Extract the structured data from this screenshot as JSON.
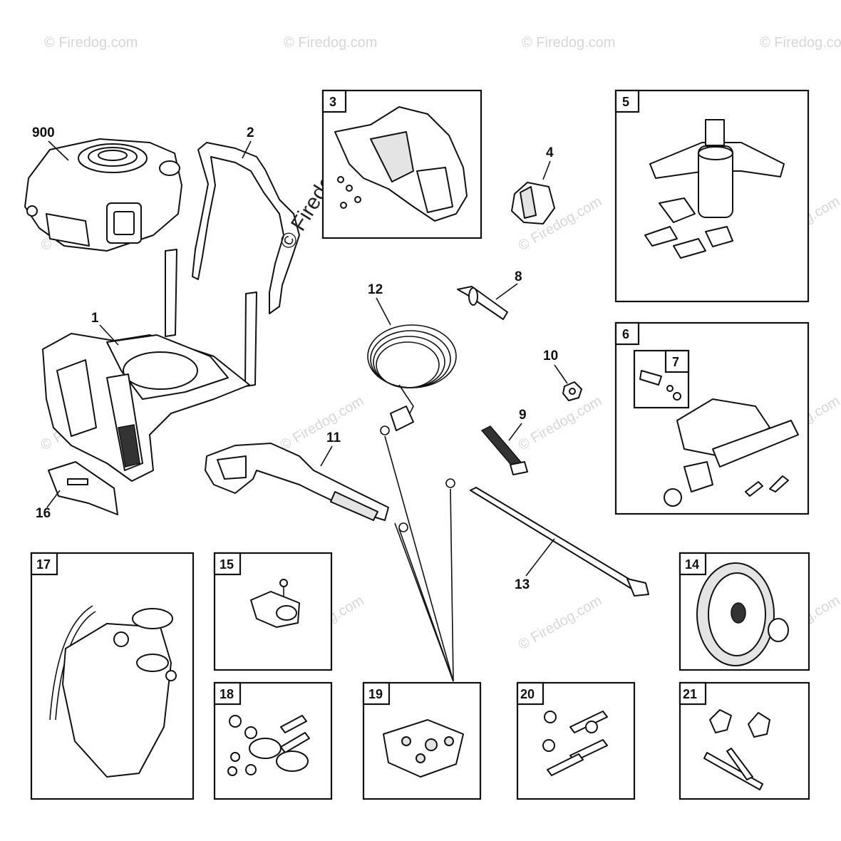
{
  "watermark": "© Firedog.com",
  "watermark_main": "© Firedog.com",
  "callouts": {
    "c900": "900",
    "c1": "1",
    "c2": "2",
    "c4": "4",
    "c8": "8",
    "c9": "9",
    "c10": "10",
    "c11": "11",
    "c12": "12",
    "c13": "13",
    "c16": "16"
  },
  "boxes": {
    "b3": "3",
    "b5": "5",
    "b6": "6",
    "b7": "7",
    "b14": "14",
    "b15": "15",
    "b17": "17",
    "b18": "18",
    "b19": "19",
    "b20": "20",
    "b21": "21"
  }
}
